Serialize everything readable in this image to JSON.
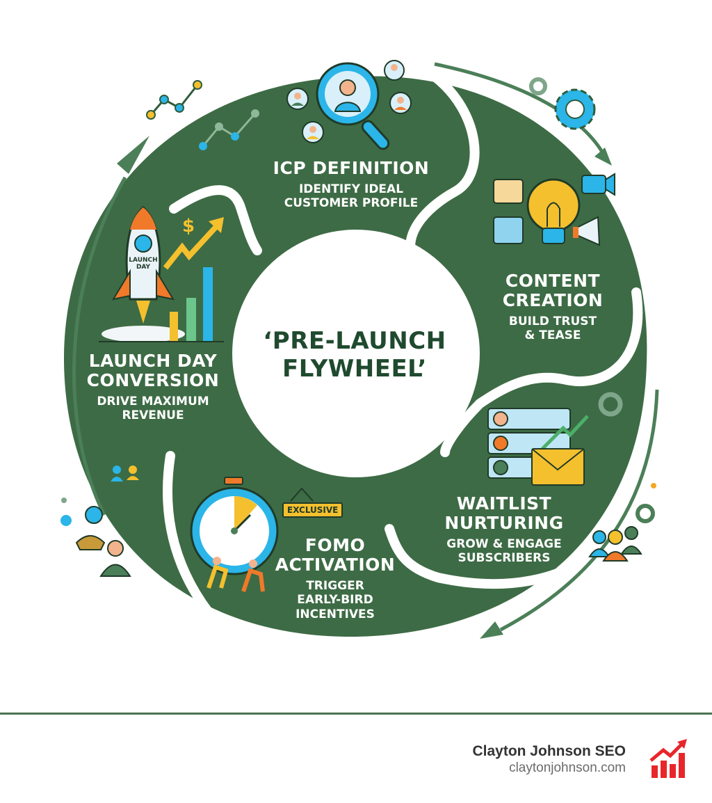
{
  "diagram": {
    "title_line1": "‘PRE-LAUNCH",
    "title_line2": "FLYWHEEL’",
    "colors": {
      "segment_green": "#3d6b45",
      "arrow_green": "#4b7f58",
      "center_text": "#1f4a2e",
      "accent_blue": "#2bb5e8",
      "accent_yellow": "#f4c02e",
      "accent_orange": "#f07a2a",
      "logo_red": "#e8262a"
    },
    "stages": [
      {
        "id": "icp",
        "title": "ICP DEFINITION",
        "subtitle_line1": "IDENTIFY IDEAL",
        "subtitle_line2": "CUSTOMER PROFILE",
        "icon": "magnifier-people-icon"
      },
      {
        "id": "content",
        "title_line1": "CONTENT",
        "title_line2": "CREATION",
        "subtitle_line1": "BUILD TRUST",
        "subtitle_line2": "& TEASE",
        "icon": "lightbulb-icon"
      },
      {
        "id": "waitlist",
        "title_line1": "WAITLIST",
        "title_line2": "NURTURING",
        "subtitle_line1": "GROW & ENGAGE",
        "subtitle_line2": "SUBSCRIBERS",
        "icon": "email-list-icon"
      },
      {
        "id": "fomo",
        "title_line1": "FOMO",
        "title_line2": "ACTIVATION",
        "subtitle_line1": "TRIGGER",
        "subtitle_line2": "EARLY-BIRD",
        "subtitle_line3": "INCENTIVES",
        "icon": "stopwatch-icon",
        "badge": "EXCLUSIVE"
      },
      {
        "id": "launch",
        "title_line1": "LAUNCH DAY",
        "title_line2": "CONVERSION",
        "subtitle_line1": "DRIVE MAXIMUM",
        "subtitle_line2": "REVENUE",
        "icon": "rocket-icon",
        "rocket_text_line1": "LAUNCH",
        "rocket_text_line2": "DAY"
      }
    ]
  },
  "footer": {
    "brand_name": "Clayton Johnson SEO",
    "brand_url": "claytonjohnson.com"
  }
}
